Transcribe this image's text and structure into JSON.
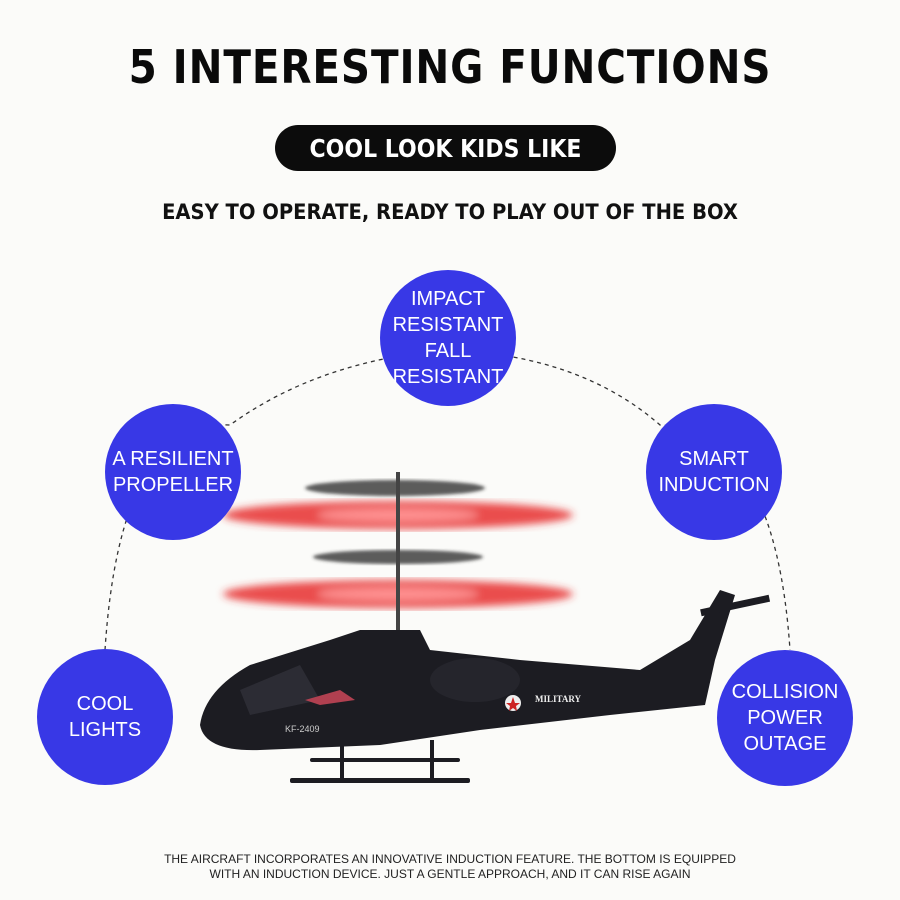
{
  "title": "5 INTERESTING FUNCTIONS",
  "badge": "COOL LOOK KIDS LIKE",
  "subtitle": "EASY TO OPERATE, READY TO PLAY OUT OF THE BOX",
  "features": [
    {
      "label": "IMPACT\nRESISTANT\nFALL\nRESISTANT"
    },
    {
      "label": "A RESILIENT\nPROPELLER"
    },
    {
      "label": "SMART\nINDUCTION"
    },
    {
      "label": "COOL\nLIGHTS"
    },
    {
      "label": "COLLISION\nPOWER\nOUTAGE"
    }
  ],
  "product_markings": [
    "MILITARY",
    "KF-2409"
  ],
  "footer": {
    "line1": "THE AIRCRAFT INCORPORATES AN INNOVATIVE INDUCTION FEATURE. THE BOTTOM IS EQUIPPED",
    "line2": "WITH AN INDUCTION DEVICE. JUST A GENTLE APPROACH, AND IT CAN RISE AGAIN"
  },
  "colors": {
    "accent": "#3838e6",
    "rotor_light": "#e83030",
    "badge_bg": "#0c0c0c"
  }
}
